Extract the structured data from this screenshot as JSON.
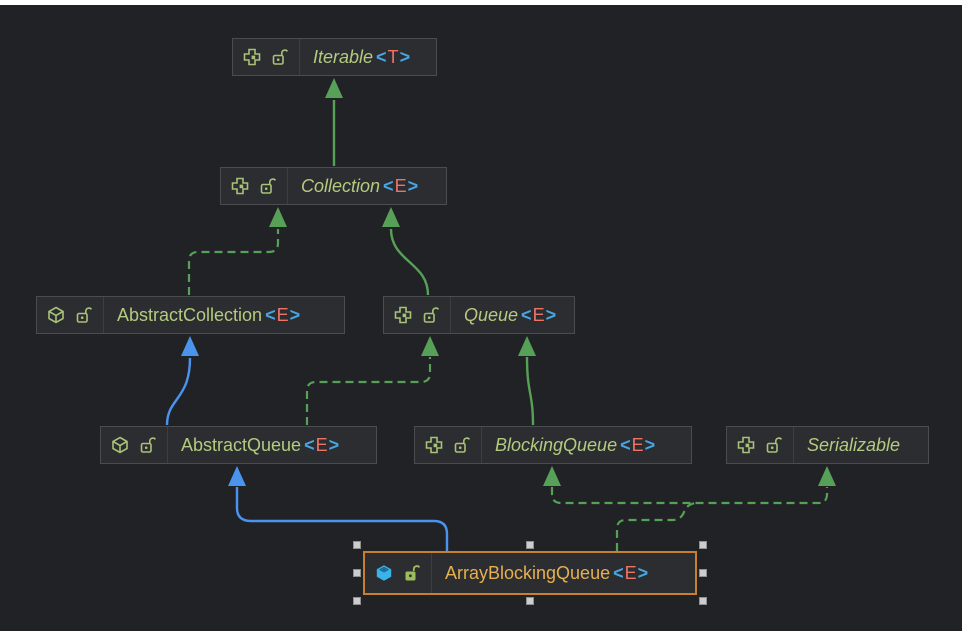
{
  "diagram": {
    "kind": "uml-class-hierarchy",
    "selected_class": "ArrayBlockingQueue"
  },
  "colors": {
    "canvas_background": "#212226",
    "node_background": "#2b2d31",
    "node_border": "#4a4c50",
    "selected_border": "#c8802f",
    "name_green": "#b4ca7f",
    "name_selected_orange": "#e6b04e",
    "generic_bracket_cyan": "#47a6e4",
    "generic_param_salmon": "#ee7465",
    "edge_green": "#57a057",
    "edge_blue": "#4b94ee",
    "icon_green": "#a9c178",
    "icon_blue_cube": "#3ab3e8"
  },
  "nodes": [
    {
      "name": "Iterable",
      "generic_open": "<",
      "generic_param": "T",
      "generic_close": ">",
      "kind": "interface",
      "visibility": "public",
      "selected": false
    },
    {
      "name": "Collection",
      "generic_open": "<",
      "generic_param": "E",
      "generic_close": ">",
      "kind": "interface",
      "visibility": "public",
      "selected": false
    },
    {
      "name": "AbstractCollection",
      "generic_open": "<",
      "generic_param": "E",
      "generic_close": ">",
      "kind": "abstract-class",
      "visibility": "public",
      "selected": false
    },
    {
      "name": "Queue",
      "generic_open": "<",
      "generic_param": "E",
      "generic_close": ">",
      "kind": "interface",
      "visibility": "public",
      "selected": false
    },
    {
      "name": "AbstractQueue",
      "generic_open": "<",
      "generic_param": "E",
      "generic_close": ">",
      "kind": "abstract-class",
      "visibility": "public",
      "selected": false
    },
    {
      "name": "BlockingQueue",
      "generic_open": "<",
      "generic_param": "E",
      "generic_close": ">",
      "kind": "interface",
      "visibility": "public",
      "selected": false
    },
    {
      "name": "Serializable",
      "generic_open": "",
      "generic_param": "",
      "generic_close": "",
      "kind": "interface",
      "visibility": "public",
      "selected": false
    },
    {
      "name": "ArrayBlockingQueue",
      "generic_open": "<",
      "generic_param": "E",
      "generic_close": ">",
      "kind": "class",
      "visibility": "public",
      "selected": true
    }
  ],
  "edges": [
    {
      "from": "Collection",
      "to": "Iterable",
      "relationship": "extends",
      "style": "solid-green"
    },
    {
      "from": "AbstractCollection",
      "to": "Collection",
      "relationship": "implements",
      "style": "dashed-green"
    },
    {
      "from": "Queue",
      "to": "Collection",
      "relationship": "extends",
      "style": "solid-green"
    },
    {
      "from": "AbstractQueue",
      "to": "AbstractCollection",
      "relationship": "extends",
      "style": "solid-blue"
    },
    {
      "from": "AbstractQueue",
      "to": "Queue",
      "relationship": "implements",
      "style": "dashed-green"
    },
    {
      "from": "BlockingQueue",
      "to": "Queue",
      "relationship": "extends",
      "style": "solid-green"
    },
    {
      "from": "ArrayBlockingQueue",
      "to": "AbstractQueue",
      "relationship": "extends",
      "style": "solid-blue"
    },
    {
      "from": "ArrayBlockingQueue",
      "to": "BlockingQueue",
      "relationship": "implements",
      "style": "dashed-green"
    },
    {
      "from": "ArrayBlockingQueue",
      "to": "Serializable",
      "relationship": "implements",
      "style": "dashed-green"
    }
  ]
}
